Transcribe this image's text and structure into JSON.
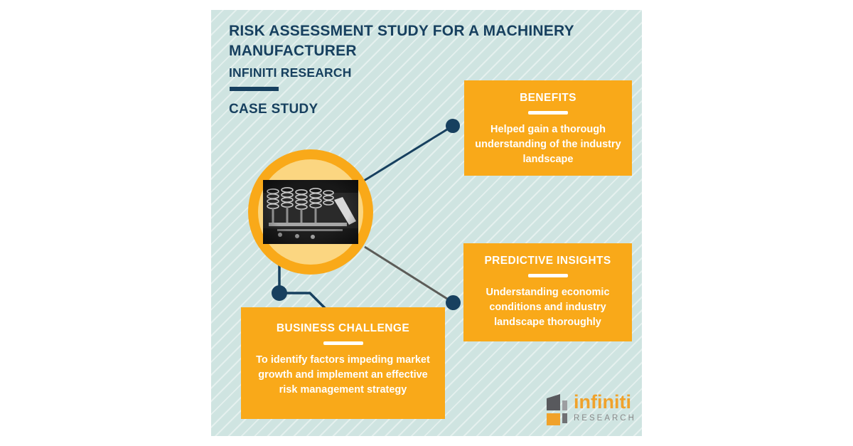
{
  "header": {
    "title": "RISK ASSESSMENT STUDY FOR A MACHINERY MANUFACTURER",
    "brand": "INFINITI RESEARCH",
    "tagline": "CASE STUDY"
  },
  "cards": {
    "benefits": {
      "title": "BENEFITS",
      "body": "Helped gain a thorough understanding of the industry landscape"
    },
    "predictive": {
      "title": "PREDICTIVE INSIGHTS",
      "body": "Understanding economic conditions and industry landscape thoroughly"
    },
    "challenge": {
      "title": "BUSINESS CHALLENGE",
      "body": "To identify factors impeding market growth and implement an effective risk management strategy"
    }
  },
  "logo": {
    "wordmark": "infiniti",
    "sub_wordmark": "RESEARCH"
  },
  "colors": {
    "accent": "#f9a919",
    "navy": "#17405f",
    "panel-bg": "#cfe4e1",
    "stripe": "rgba(255,255,255,0.45)",
    "circle-inner": "#fbd681",
    "line-gray": "#5c5c58",
    "logo-orange": "#f0a22b",
    "logo-gray": "#8a8a8a"
  }
}
